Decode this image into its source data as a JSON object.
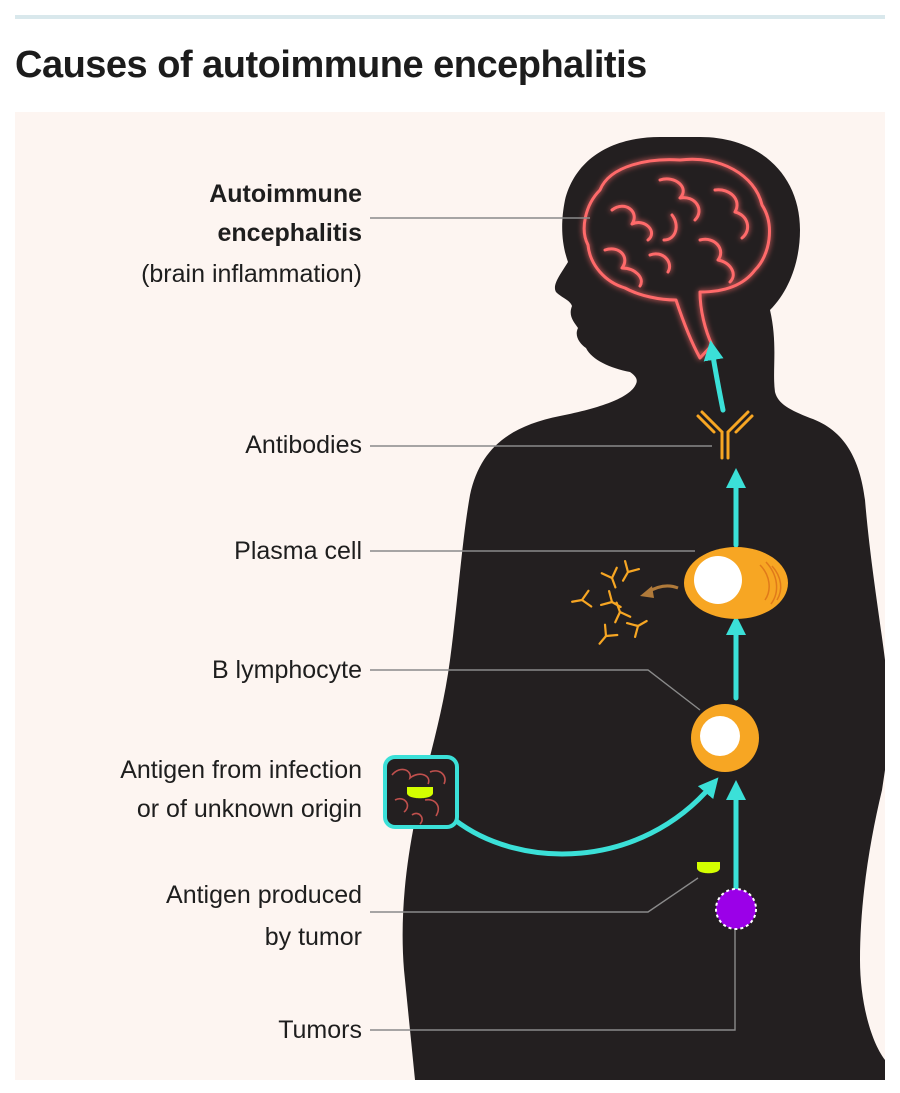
{
  "title": "Causes of autoimmune encephalitis",
  "labels": {
    "encephalitis_line1": "Autoimmune",
    "encephalitis_line2": "encephalitis",
    "encephalitis_line3": "(brain inflammation)",
    "antibodies": "Antibodies",
    "plasma_cell": "Plasma cell",
    "b_lymphocyte": "B lymphocyte",
    "antigen_infection_line1": "Antigen from infection",
    "antigen_infection_line2": "or of unknown origin",
    "antigen_tumor_line1": "Antigen produced",
    "antigen_tumor_line2": "by tumor",
    "tumors": "Tumors"
  },
  "colors": {
    "silhouette": "#231f20",
    "arrow": "#3be0d8",
    "cell": "#f7a623",
    "brain": "#ff6b6b",
    "antigen": "#d4ff00",
    "tumor": "#9b00e8",
    "background": "#fdf5f1"
  },
  "icons": [
    "brain-icon",
    "antibody-icon",
    "plasma-cell-icon",
    "b-lymphocyte-icon",
    "antigen-icon",
    "tumor-icon",
    "infection-inset-icon"
  ]
}
